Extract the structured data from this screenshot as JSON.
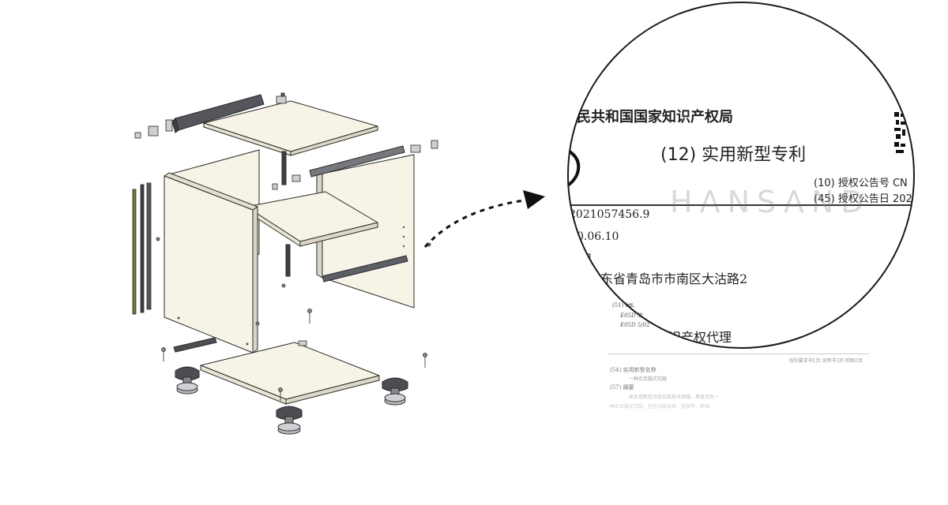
{
  "magnifier": {
    "office": "民共和国国家知识产权局",
    "patent_type": "(12) 实用新型专利",
    "pub_no_label": "(10) 授权公告号 CN",
    "pub_date_label": "(45) 授权公告日 202",
    "watermark": "HANSAND",
    "app_no": "2021057456.9",
    "date": "0.06.10",
    "fragment": "吕",
    "address": "东省青岛市市南区大沽路2",
    "agency": "识产权代理",
    "ipc_1": "(51) Int.",
    "ipc_2": "E05D 3/",
    "ipc_3": "E05D 5/02"
  },
  "document": {
    "page_info": "权利要求书1页   说明书3页   附图3页",
    "title_label": "(54) 实用新型名称",
    "title": "一种合页链式铰链",
    "abstract_label": "(57) 摘要",
    "abstract_1": "本实用新型涉及铰链技术领域，具体涉及一",
    "abstract_2": "种合页链式铰链，包括铰链本体，连接件，转轴"
  },
  "colors": {
    "panel_fill": "#f7f3e6",
    "line": "#2a2a2a",
    "rail": "#4d4d52",
    "rail_light": "#8a8a90",
    "rubber": "#6f7a3a"
  },
  "illustration": {
    "subject": "exploded-view drawing of a cabinet assembly",
    "parts": [
      "top-panel",
      "side-panel-left",
      "side-panel-right",
      "middle-shelf",
      "bottom-panel",
      "metal-rails",
      "adjustable-feet",
      "connector-clips",
      "screws"
    ]
  }
}
